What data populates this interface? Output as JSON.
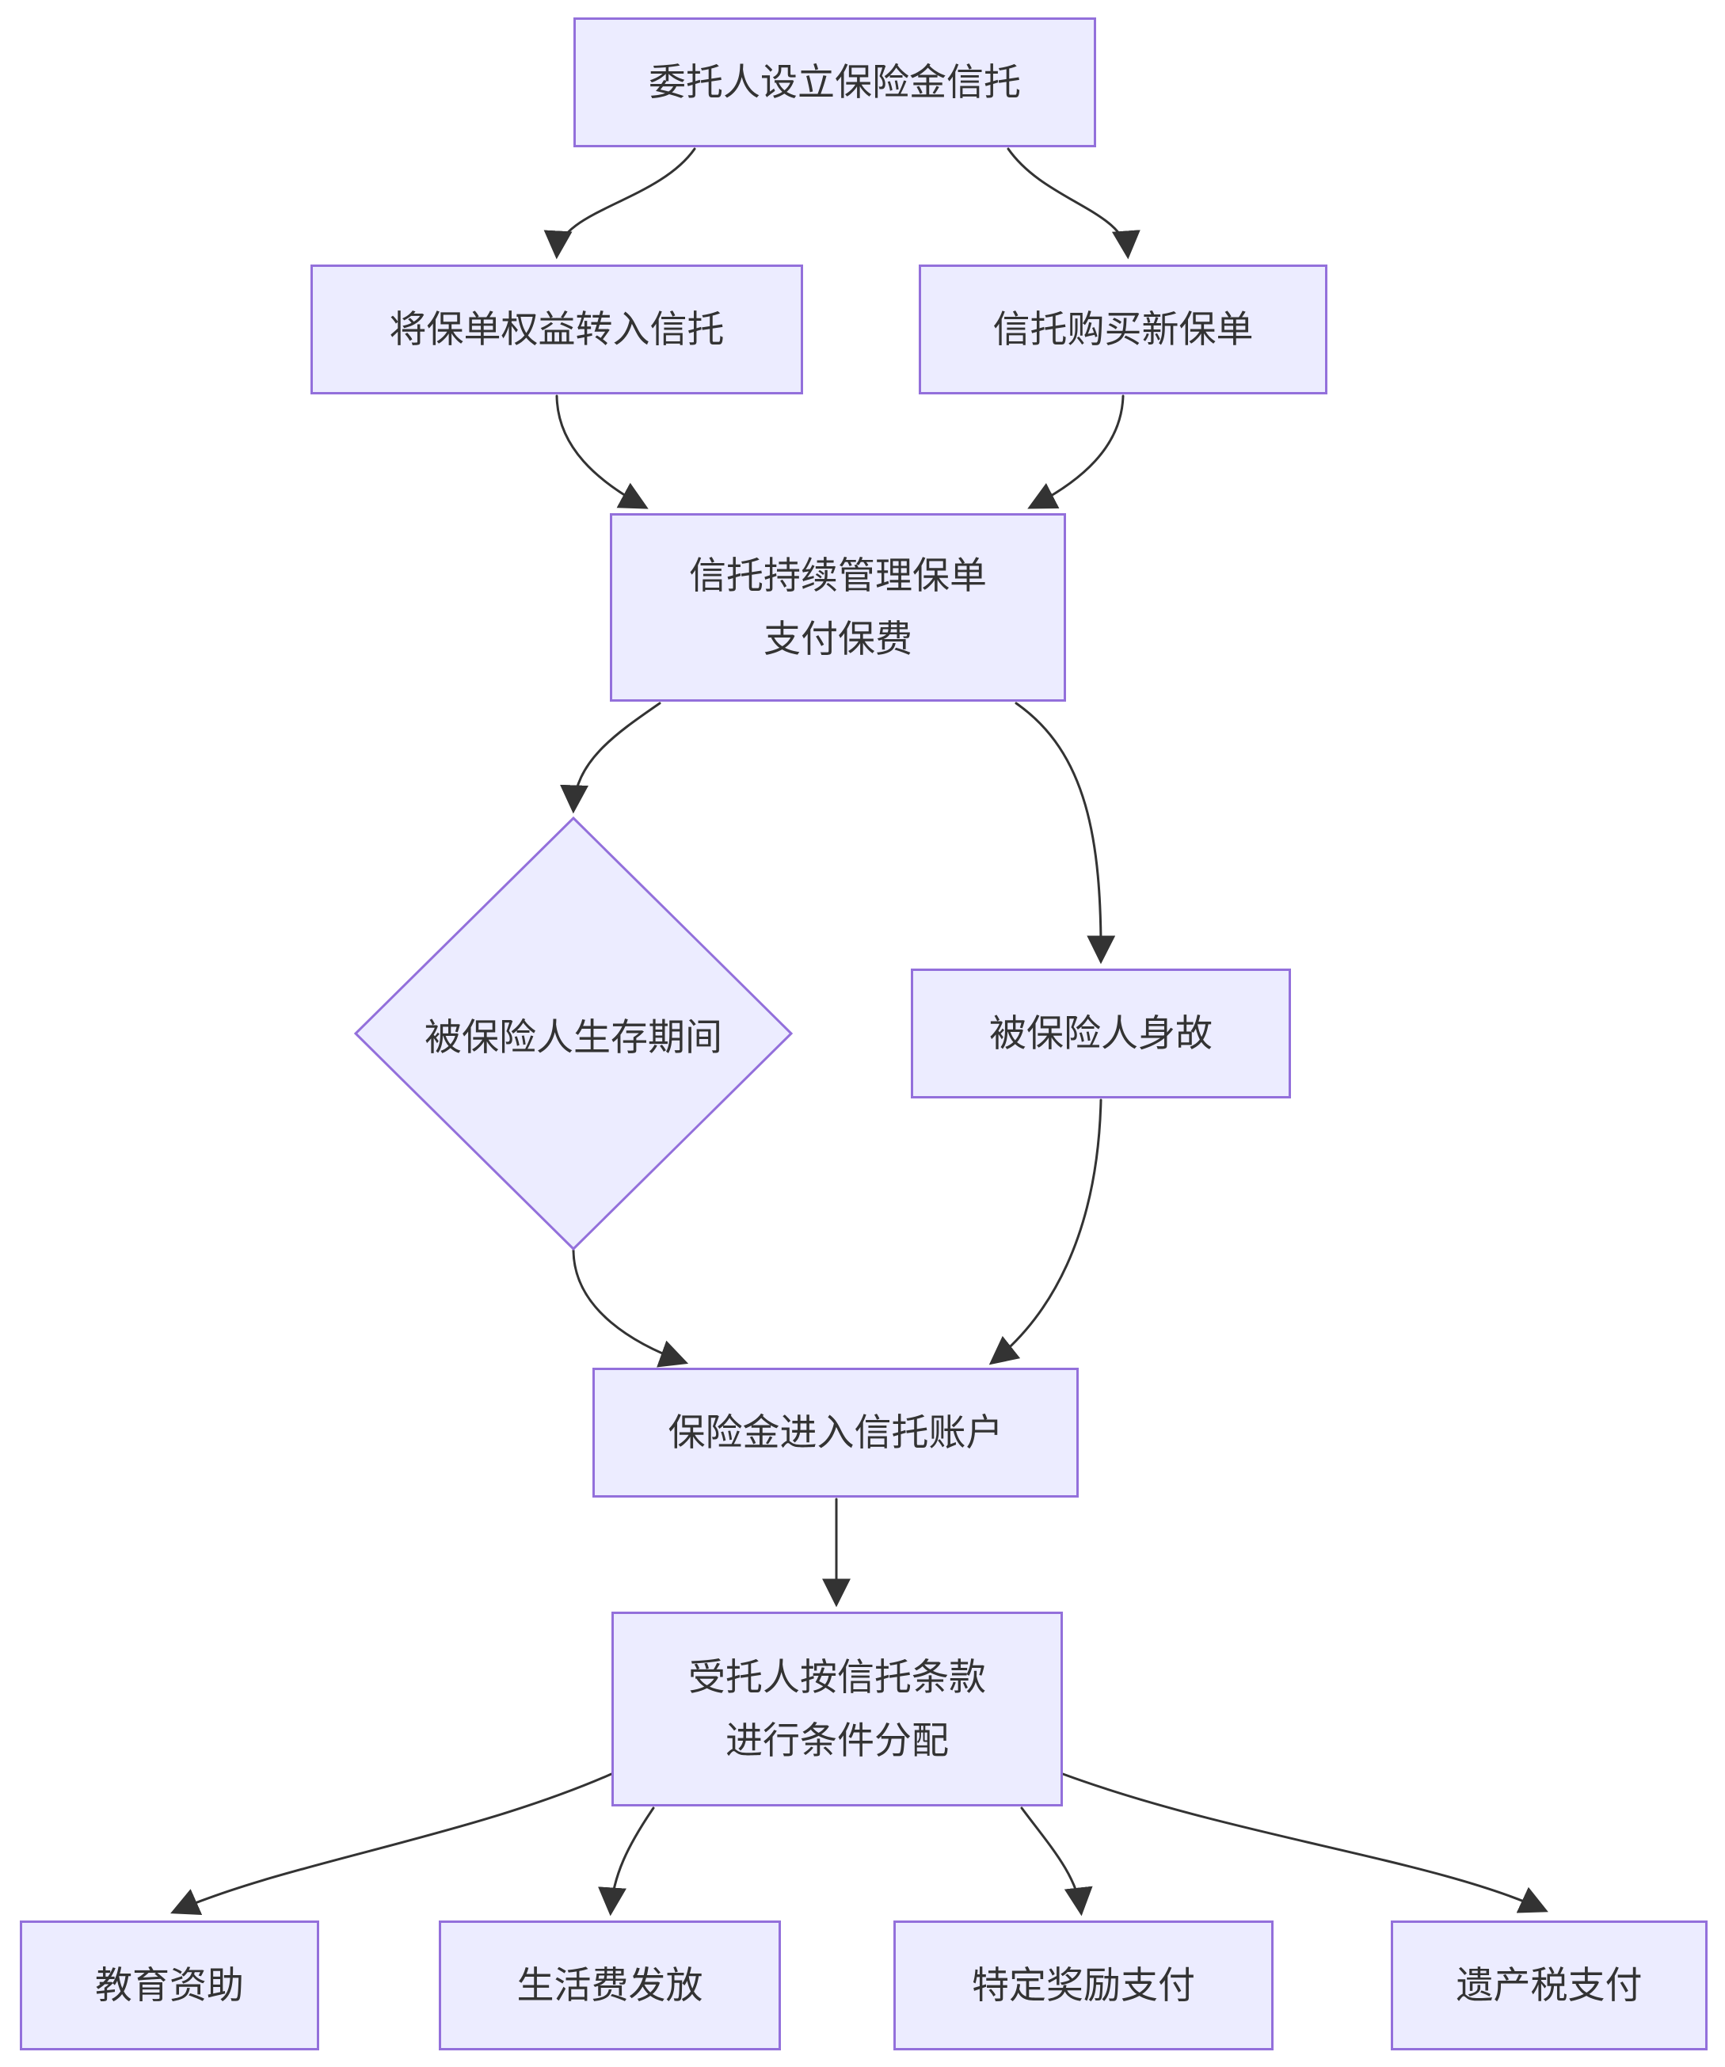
{
  "diagram": {
    "type": "flowchart",
    "direction": "top-down",
    "colors": {
      "node_fill": "#ECECFF",
      "node_border": "#9370DB",
      "edge_color": "#333333",
      "text_color": "#333333",
      "background": "#FFFFFF"
    },
    "nodes": {
      "establish_trust": {
        "label": "委托人设立保险金信托",
        "shape": "rect"
      },
      "transfer_policy": {
        "label": "将保单权益转入信托",
        "shape": "rect"
      },
      "purchase_policy": {
        "label": "信托购买新保单",
        "shape": "rect"
      },
      "manage_policy": {
        "line1": "信托持续管理保单",
        "line2": "支付保费",
        "shape": "rect"
      },
      "insured_alive": {
        "label": "被保险人生存期间",
        "shape": "diamond"
      },
      "insured_death": {
        "label": "被保险人身故",
        "shape": "rect"
      },
      "proceeds_to_trust": {
        "label": "保险金进入信托账户",
        "shape": "rect"
      },
      "trustee_distribute": {
        "line1": "受托人按信托条款",
        "line2": "进行条件分配",
        "shape": "rect"
      },
      "education_fund": {
        "label": "教育资助",
        "shape": "rect"
      },
      "living_expense": {
        "label": "生活费发放",
        "shape": "rect"
      },
      "incentive_payment": {
        "label": "特定奖励支付",
        "shape": "rect"
      },
      "estate_tax": {
        "label": "遗产税支付",
        "shape": "rect"
      }
    },
    "edges": [
      {
        "from": "establish_trust",
        "to": "transfer_policy"
      },
      {
        "from": "establish_trust",
        "to": "purchase_policy"
      },
      {
        "from": "transfer_policy",
        "to": "manage_policy"
      },
      {
        "from": "purchase_policy",
        "to": "manage_policy"
      },
      {
        "from": "manage_policy",
        "to": "insured_alive"
      },
      {
        "from": "manage_policy",
        "to": "insured_death"
      },
      {
        "from": "insured_alive",
        "to": "proceeds_to_trust"
      },
      {
        "from": "insured_death",
        "to": "proceeds_to_trust"
      },
      {
        "from": "proceeds_to_trust",
        "to": "trustee_distribute"
      },
      {
        "from": "trustee_distribute",
        "to": "education_fund"
      },
      {
        "from": "trustee_distribute",
        "to": "living_expense"
      },
      {
        "from": "trustee_distribute",
        "to": "incentive_payment"
      },
      {
        "from": "trustee_distribute",
        "to": "estate_tax"
      }
    ]
  }
}
